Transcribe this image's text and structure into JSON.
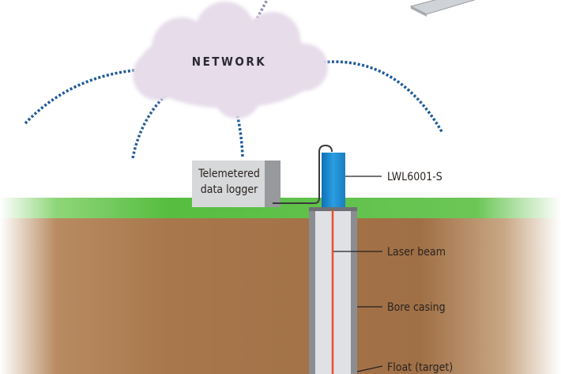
{
  "cloud_label": "NETWORK",
  "logger_label": [
    "Telemetered",
    "data logger"
  ],
  "callouts": {
    "sensor": "LWL6001-S",
    "laser": "Laser beam",
    "casing": "Bore casing",
    "float": "Float (target)"
  },
  "colors": {
    "cloud": "#e6dcea",
    "signal": "#1e5a9a",
    "grass": "#5cc046",
    "soil": "#a8784e",
    "sensor": "#1f8fd6",
    "laser": "#e8502a"
  }
}
